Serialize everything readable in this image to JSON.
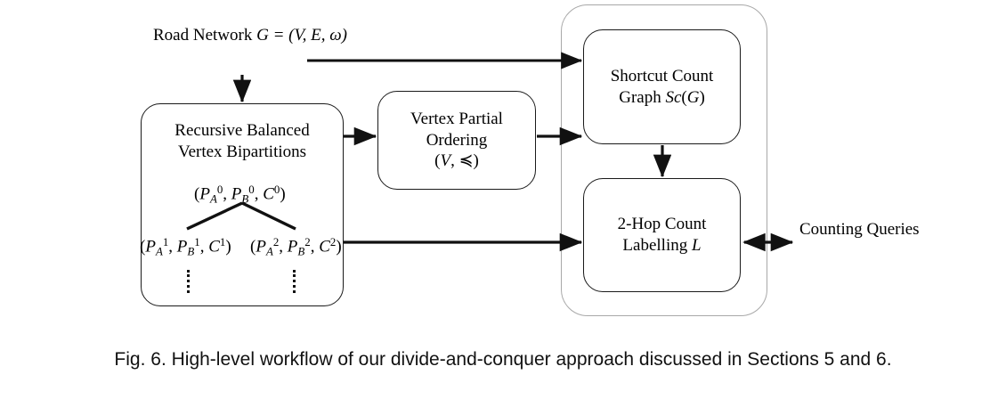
{
  "figure": {
    "caption": "Fig. 6.  High-level workflow of our divide-and-conquer approach discussed in Sections 5 and 6.",
    "colors": {
      "stroke": "#1a1a1a",
      "group_stroke": "#a8a8a8",
      "background": "#ffffff",
      "text": "#000000"
    }
  },
  "labels": {
    "road_network": {
      "line1": "Road Network",
      "line2_math": "G = (V, E, ω)"
    },
    "counting_queries": {
      "line1": "Counting",
      "line2": "Queries"
    }
  },
  "nodes": {
    "recursive_bipartitions": {
      "line1": "Recursive Balanced",
      "line2": "Vertex Bipartitions"
    },
    "vertex_partial_ordering": {
      "line1": "Vertex Partial",
      "line2": "Ordering",
      "line3_math": "(V, ≼)"
    },
    "shortcut_count_graph": {
      "line1": "Shortcut Count",
      "line2_math": "Graph Sc(G)"
    },
    "two_hop_labelling": {
      "line1": "2-Hop Count",
      "line2_math": "Labelling L"
    }
  },
  "partition_tree": {
    "root": "(P_A^0, P_B^0, C^0)",
    "children": [
      "(P_A^1, P_B^1, C^1)",
      "(P_A^2, P_B^2, C^2)"
    ],
    "ellipsis": "vertical-dots"
  },
  "edges": [
    {
      "name": "road-network-to-recursive",
      "from": "road_network",
      "to": "recursive_bipartitions",
      "style": "solid-arrow",
      "direction": "down"
    },
    {
      "name": "road-network-to-shortcut",
      "from": "road_network",
      "to": "shortcut_count_graph",
      "style": "solid-arrow",
      "direction": "right"
    },
    {
      "name": "recursive-to-vertex-ordering",
      "from": "recursive_bipartitions",
      "to": "vertex_partial_ordering",
      "style": "solid-arrow",
      "direction": "right"
    },
    {
      "name": "vertex-ordering-to-shortcut",
      "from": "vertex_partial_ordering",
      "to": "shortcut_count_graph",
      "style": "solid-arrow",
      "direction": "right"
    },
    {
      "name": "recursive-to-two-hop",
      "from": "recursive_bipartitions",
      "to": "two_hop_labelling",
      "style": "solid-arrow",
      "direction": "right"
    },
    {
      "name": "shortcut-to-two-hop",
      "from": "shortcut_count_graph",
      "to": "two_hop_labelling",
      "style": "solid-arrow",
      "direction": "down"
    },
    {
      "name": "two-hop-to-counting-queries",
      "from": "two_hop_labelling",
      "to": "counting_queries",
      "style": "double-arrow",
      "direction": "both"
    }
  ]
}
